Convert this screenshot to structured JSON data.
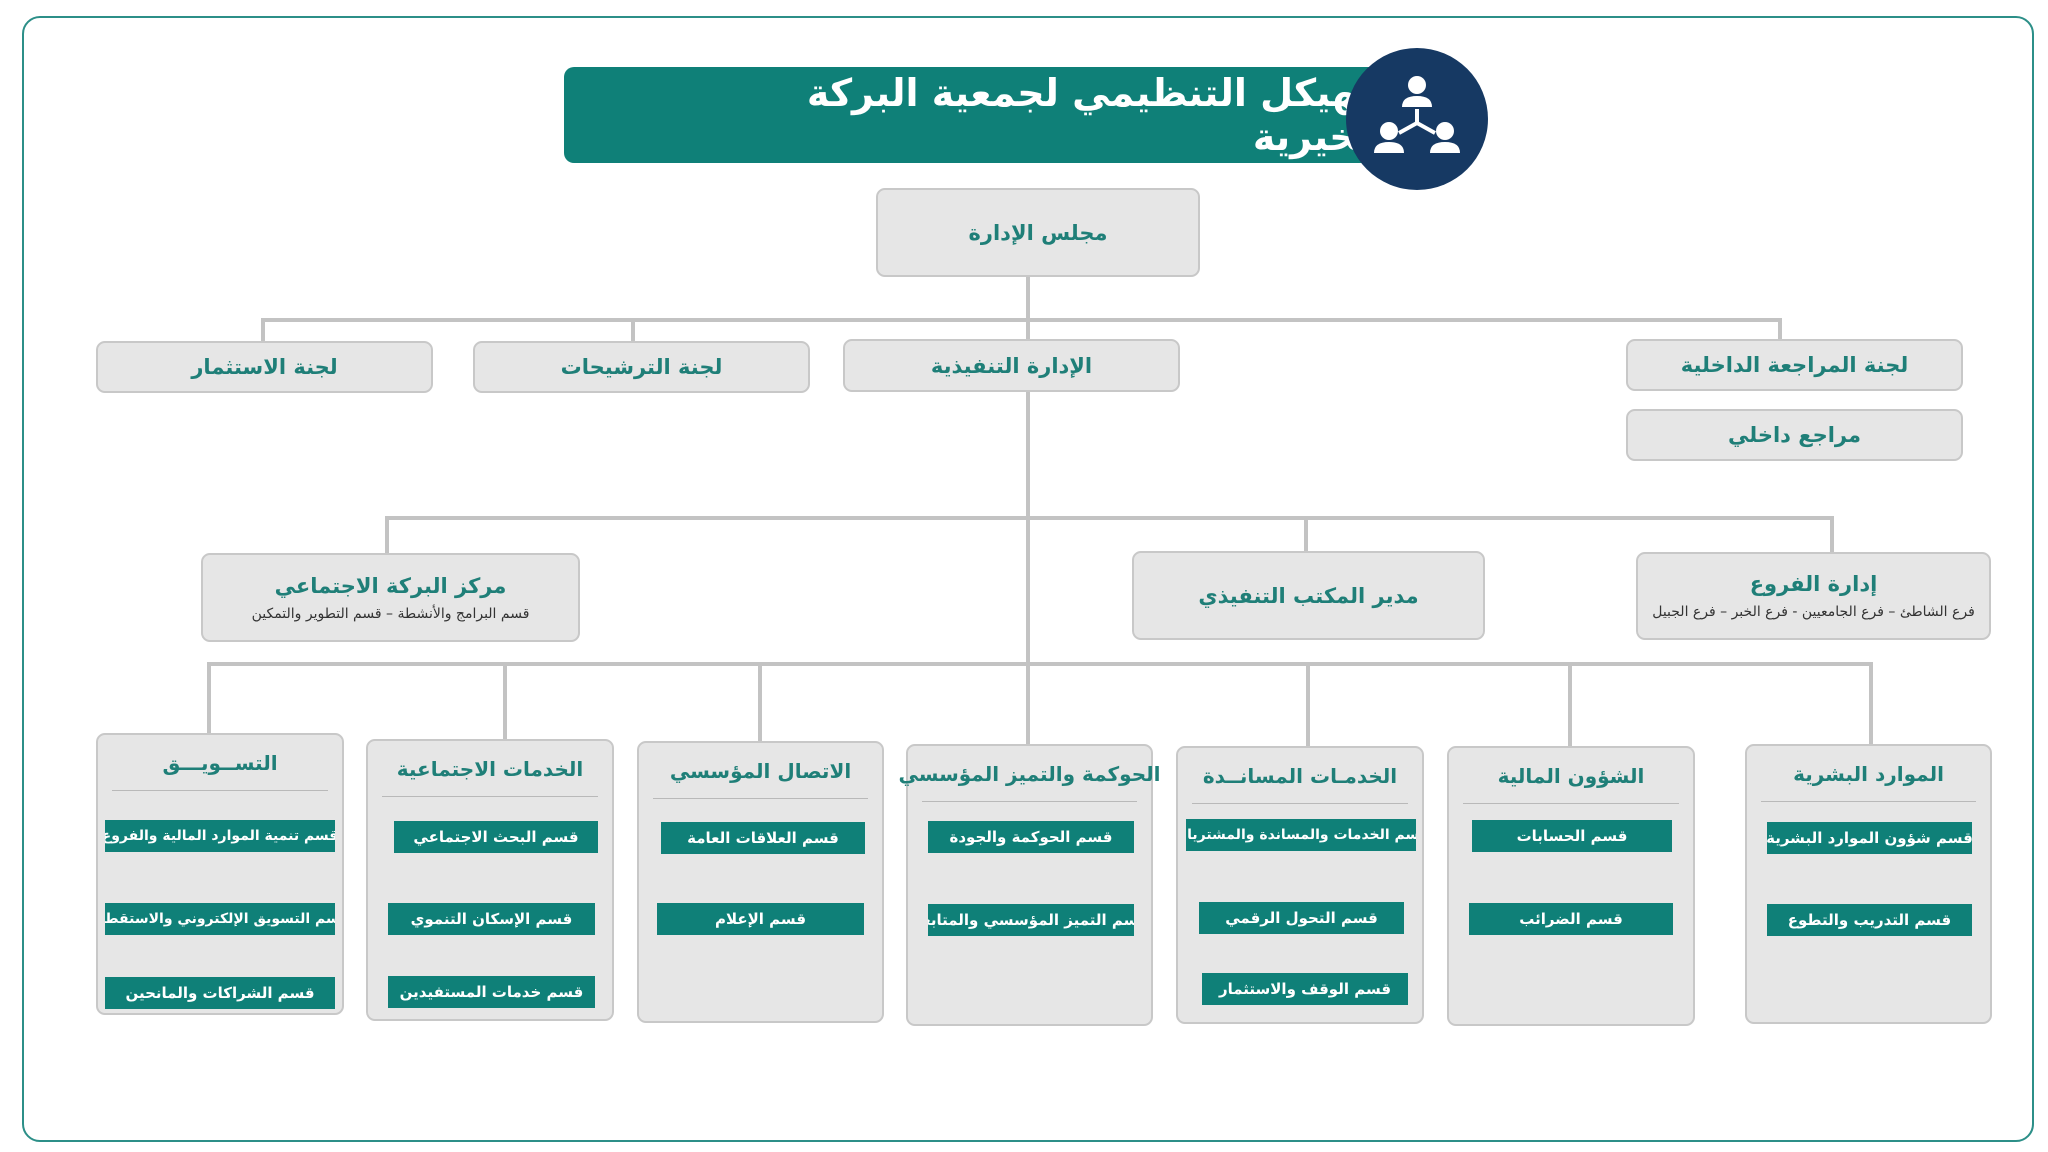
{
  "title": "الهيكل التنظيمي لجمعية البركة الخيرية",
  "board": "مجلس الإدارة",
  "level2": {
    "investment": "لجنة الاستثمار",
    "nominations": "لجنة الترشيحات",
    "executive": "الإدارة التنفيذية",
    "audit": "لجنة المراجعة الداخلية",
    "internal_auditor": "مراجع داخلي"
  },
  "level3": {
    "social_center": {
      "label": "مركز البركة الاجتماعي",
      "sub": "قسم البرامج والأنشطة – قسم التطوير والتمكين"
    },
    "exec_office": {
      "label": "مدير المكتب التنفيذي"
    },
    "branches": {
      "label": "إدارة الفروع",
      "sub": "فرع الشاطئ – فرع الجامعيين  -  فرع الخبر – فرع الجبيل"
    }
  },
  "departments": [
    {
      "key": "marketing",
      "title": "التســويـــق",
      "items": [
        "قسم تنمية الموارد المالية والفروع",
        "قسم التسويق الإلكتروني والاستقطاع",
        "قسم الشراكات والمانحين"
      ]
    },
    {
      "key": "social",
      "title": "الخدمات الاجتماعية",
      "items": [
        "قسم البحث الاجتماعي",
        "قسم الإسكان التنموي",
        "قسم خدمات المستفيدين"
      ]
    },
    {
      "key": "comm",
      "title": "الاتصال المؤسسي",
      "items": [
        "قسم العلاقات العامة",
        "قسم الإعلام"
      ]
    },
    {
      "key": "gov",
      "title": "الحوكمة والتميز المؤسسي",
      "items": [
        "قسم الحوكمة والجودة",
        "قسم التميز المؤسسي والمتابعة"
      ]
    },
    {
      "key": "support",
      "title": "الخدمـات المسانــدة",
      "items": [
        "قسم الخدمات والمساندة والمشتريات",
        "قسم التحول الرقمي",
        "قسم الوقف والاستثمار"
      ]
    },
    {
      "key": "finance",
      "title": "الشؤون المالية",
      "items": [
        "قسم الحسابات",
        "قسم الضرائب"
      ]
    },
    {
      "key": "hr",
      "title": "الموارد البشرية",
      "items": [
        "قسم شؤون الموارد البشرية",
        "قسم التدريب والتطوع"
      ]
    }
  ],
  "colors": {
    "primary": "#0f8078",
    "navy": "#163963",
    "box_fill": "#e6e6e6",
    "line": "#c3c3c3"
  },
  "icons": {
    "title": "org-structure-icon"
  }
}
